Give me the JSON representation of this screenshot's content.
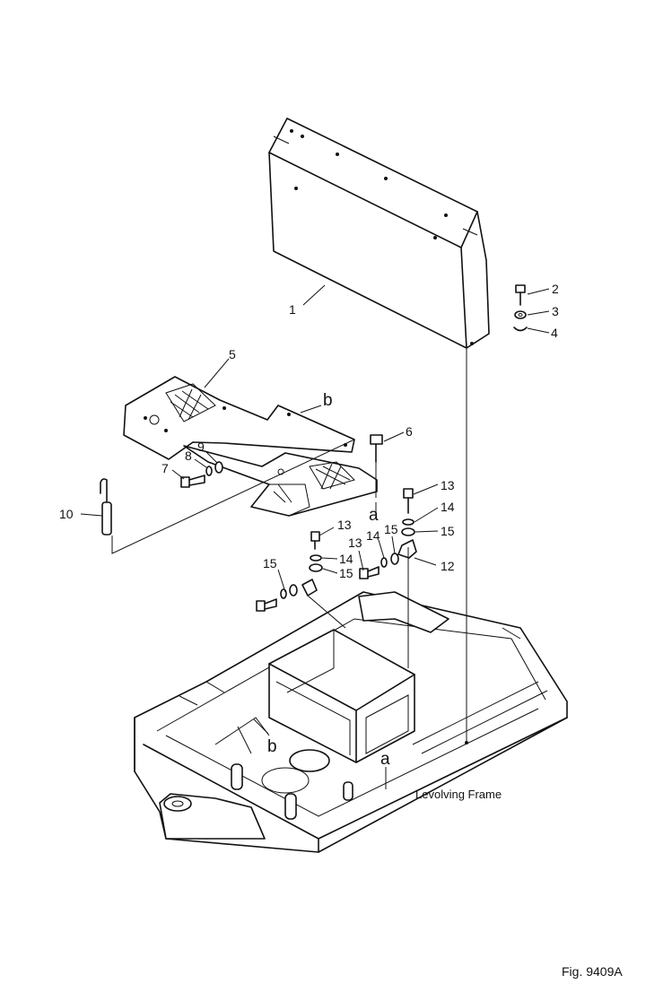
{
  "callouts": {
    "c1": "1",
    "c2": "2",
    "c3": "3",
    "c4": "4",
    "c5": "5",
    "c6": "6",
    "c7": "7",
    "c8": "8",
    "c9": "9",
    "c10": "10",
    "c12": "12",
    "c13a": "13",
    "c14a": "14",
    "c15a": "15",
    "c13b": "13",
    "c14b": "14",
    "c15b": "15",
    "c13c": "13",
    "c14c": "14",
    "c15c": "15",
    "c15d": "15"
  },
  "letters": {
    "b_top": "b",
    "a_top": "a",
    "b_frame": "b",
    "a_frame": "a"
  },
  "frame_caption": "Levolving Frame",
  "figure_id": "Fig. 9409A"
}
